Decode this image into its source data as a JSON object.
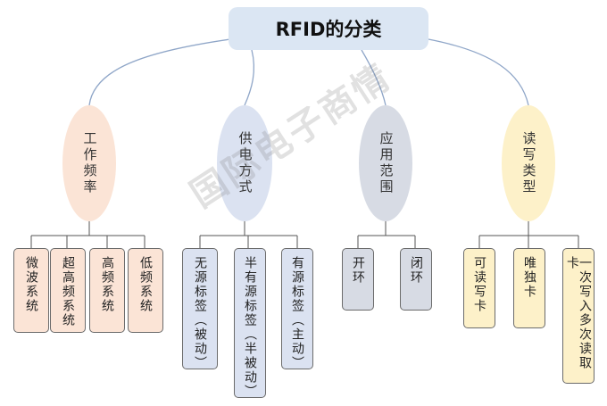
{
  "title": "RFID的分类",
  "watermark": "国际电子商情",
  "categories": [
    {
      "label": "工作频率",
      "color": "#fbe4d6",
      "leaves": [
        "微波系统",
        "超高频系统",
        "高频系统",
        "低频系统"
      ]
    },
    {
      "label": "供电方式",
      "color": "#dbe2f1",
      "leaves": [
        "无源标签（被动）",
        "半有源标签（半被动）",
        "有源标签（主动）"
      ]
    },
    {
      "label": "应用范围",
      "color": "#d7dbe4",
      "leaves": [
        "开环",
        "闭环"
      ]
    },
    {
      "label": "读写类型",
      "color": "#fdf1c9",
      "leaves": [
        "可读写卡",
        "唯独卡",
        "一次写入多次读取卡"
      ]
    }
  ]
}
